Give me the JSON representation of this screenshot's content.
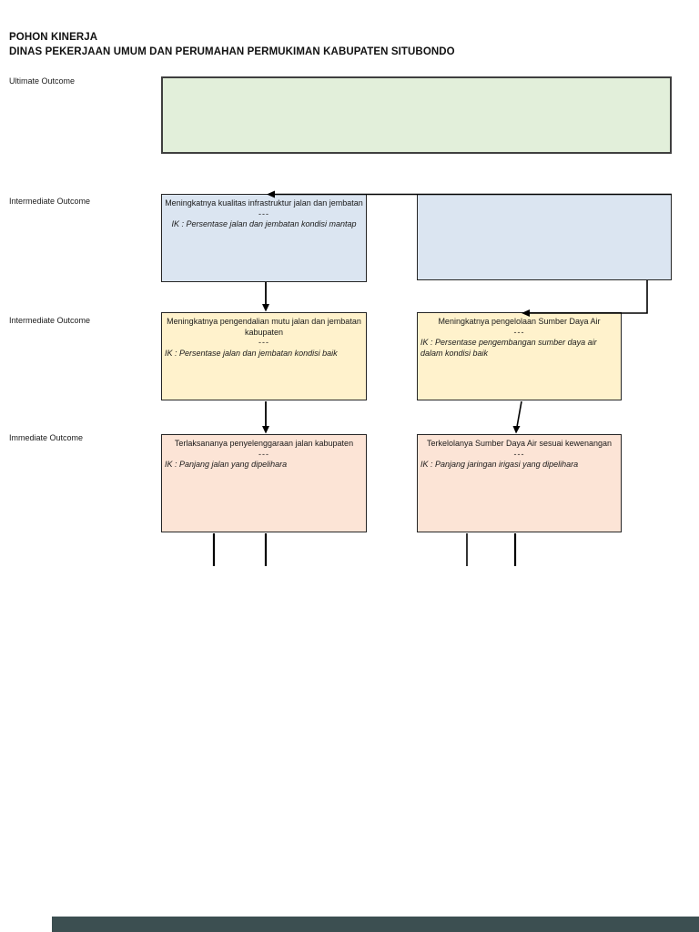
{
  "page": {
    "title_line1": "POHON KINERJA",
    "title_line2": "DINAS PEKERJAAN UMUM DAN PERUMAHAN PERMUKIMAN KABUPATEN SITUBONDO"
  },
  "row_labels": {
    "ultimate": "Ultimate Outcome",
    "intermediate1": "Intermediate Outcome",
    "intermediate2": "Intermediate Outcome",
    "immediate": "Immediate Outcome"
  },
  "boxes": {
    "ultimate_outcome": {
      "text": ""
    },
    "intermediate_infrastruktur": {
      "title": "Meningkatnya kualitas infrastruktur jalan dan jembatan",
      "separator": "---",
      "indicator": "IK : Persentase jalan dan jembatan kondisi mantap"
    },
    "intermediate_blank": {
      "text": ""
    },
    "intermediate_mutu": {
      "title": "Meningkatnya pengendalian mutu jalan dan jembatan kabupaten",
      "separator": "---",
      "indicator": "IK : Persentase jalan dan jembatan kondisi baik"
    },
    "intermediate_sda": {
      "title": "Meningkatnya pengelolaan Sumber Daya Air",
      "separator": "---",
      "indicator": "IK : Persentase pengembangan sumber daya air dalam kondisi baik"
    },
    "immediate_jalan": {
      "title": "Terlaksananya penyelenggaraan jalan kabupaten",
      "separator": "---",
      "indicator": "IK : Panjang jalan yang dipelihara"
    },
    "immediate_sda": {
      "title": "Terkelolanya Sumber Daya Air sesuai kewenangan",
      "separator": "---",
      "indicator": "IK : Panjang jaringan irigasi yang dipelihara"
    }
  },
  "colors": {
    "ultimate_fill": "#e2efda",
    "intermediate_level1_fill": "#dbe5f1",
    "intermediate_level2_fill": "#fff2cc",
    "immediate_fill": "#fce4d6",
    "box_border": "#262626",
    "connector": "#000000",
    "footer_bar": "#3c4f51"
  }
}
